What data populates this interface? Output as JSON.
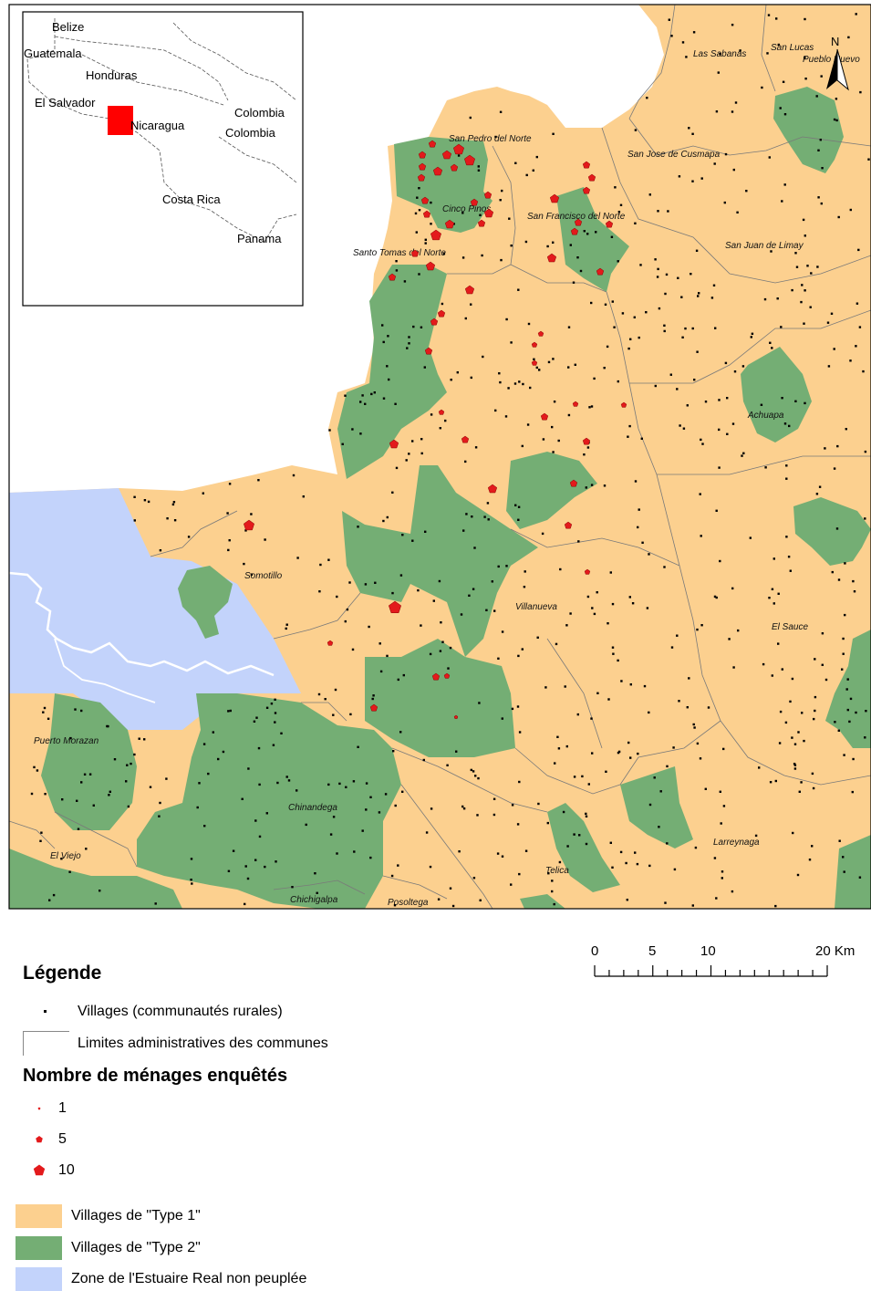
{
  "colors": {
    "type1": "#fcd08f",
    "type2": "#74ae74",
    "estuary": "#c3d3fb",
    "border": "#7a7a7a",
    "village_dot": "#000000",
    "survey_marker": "#e31a1c",
    "inset_highlight": "#ff0000"
  },
  "north_arrow": {
    "label": "N"
  },
  "inset": {
    "countries": [
      "Belize",
      "Guatemala",
      "Honduras",
      "El Salvador",
      "Nicaragua",
      "Colombia",
      "Colombia",
      "Costa Rica",
      "Panama"
    ]
  },
  "map_labels": {
    "san_lucas": "San Lucas",
    "las_sabanas": "Las Sabanas",
    "pueblo_nuevo": "Pueblo Nuevo",
    "san_pedro": "San Pedro del Norte",
    "san_jose": "San Jose de Cusmapa",
    "cinco_pinos": "Cinco Pinos",
    "san_francisco": "San Francisco del Norte",
    "santo_tomas": "Santo Tomas del Norte",
    "san_juan": "San Juan de Limay",
    "achuapa": "Achuapa",
    "somotillo": "Somotillo",
    "villanueva": "Villanueva",
    "el_sauce": "El Sauce",
    "puerto_morazan": "Puerto Morazan",
    "chinandega": "Chinandega",
    "el_viejo": "El Viejo",
    "telica": "Telica",
    "larreynaga": "Larreynaga",
    "chichigalpa": "Chichigalpa",
    "posoltega": "Posoltega"
  },
  "legend": {
    "title": "Légende",
    "villages": "Villages (communautés rurales)",
    "limits": "Limites administratives des communes",
    "survey_title": "Nombre de ménages enquêtés",
    "survey_sizes": [
      "1",
      "5",
      "10"
    ],
    "type1": "Villages de \"Type 1\"",
    "type2": "Villages de \"Type 2\"",
    "estuary": "Zone de l'Estuaire Real non peuplée"
  },
  "scale_bar": {
    "labels": [
      "0",
      "5",
      "10",
      "20 Km"
    ],
    "unit": "Km"
  }
}
